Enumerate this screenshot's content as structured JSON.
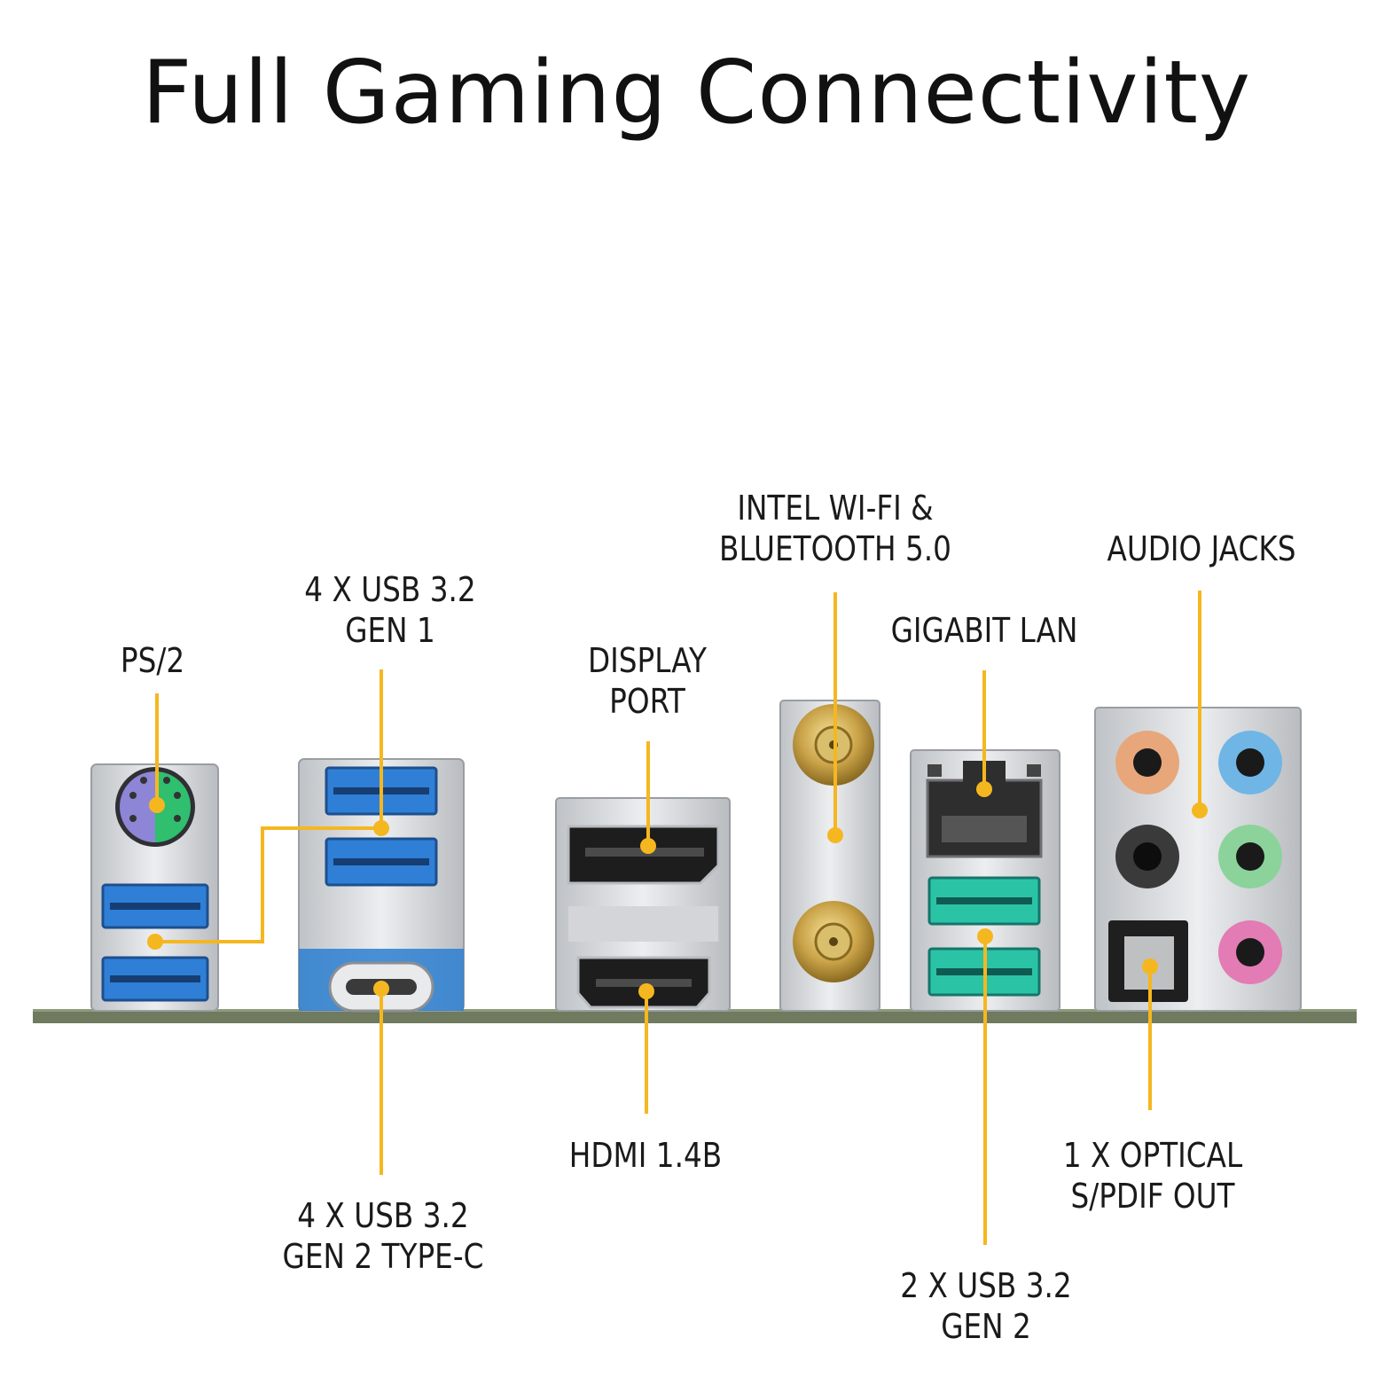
{
  "title": "Full Gaming Connectivity",
  "colors": {
    "callout": "#F5B720",
    "usb_gen1": "#2F7FD6",
    "usb_gen2": "#2BC3A6",
    "board": "#6F7A5E",
    "metal": "#D8DADC",
    "audio_orange": "#E8A77A",
    "audio_blue": "#6FB6E6",
    "audio_black": "#3A3A3A",
    "audio_green": "#8BD39A",
    "audio_pink": "#E37BB4",
    "ps2_purple": "#8D86D6",
    "ps2_green": "#2FBF6E"
  },
  "labels": {
    "ps2": [
      "PS/2"
    ],
    "usb_gen1": [
      "4 X USB 3.2",
      "GEN 1"
    ],
    "usb_typec": [
      "4 X USB 3.2",
      "GEN 2 TYPE-C"
    ],
    "displayport": [
      "DISPLAY",
      "PORT"
    ],
    "hdmi": [
      "HDMI 1.4B"
    ],
    "wifi": [
      "INTEL WI-FI &",
      "BLUETOOTH 5.0"
    ],
    "lan": [
      "GIGABIT LAN"
    ],
    "usb_gen2": [
      "2 X USB 3.2",
      "GEN 2"
    ],
    "audio": [
      "AUDIO JACKS"
    ],
    "optical": [
      "1 X OPTICAL",
      "S/PDIF OUT"
    ]
  }
}
